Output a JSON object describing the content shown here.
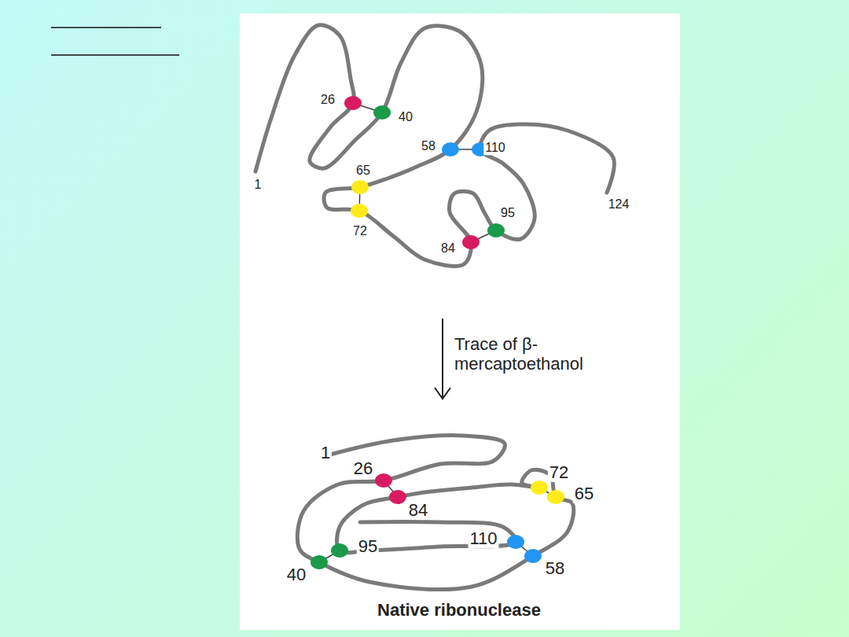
{
  "diagram": {
    "caption": "Native ribonuclease",
    "labels": [
      "26",
      "40",
      "58",
      "110",
      "1",
      "65",
      "124",
      "72",
      "95",
      "84",
      "Trace of β-mercaptoethanol",
      "1",
      "26",
      "72",
      "65",
      "84",
      "110",
      "95",
      "58",
      "40"
    ]
  }
}
